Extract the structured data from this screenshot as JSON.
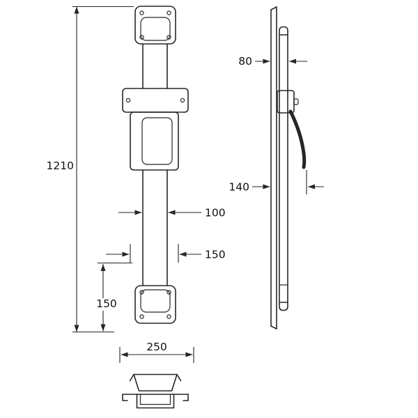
{
  "meta": {
    "background": "#ffffff",
    "line_color": "#262626",
    "text_color": "#111111"
  },
  "dimensions": {
    "overall_height": {
      "label": "1210"
    },
    "rail_width": {
      "label": "100"
    },
    "bracket_width": {
      "label": "150"
    },
    "bottom_offset": {
      "label": "150"
    },
    "base_width": {
      "label": "250"
    },
    "wall_depth": {
      "label": "80"
    },
    "handle_reach": {
      "label": "140"
    }
  }
}
